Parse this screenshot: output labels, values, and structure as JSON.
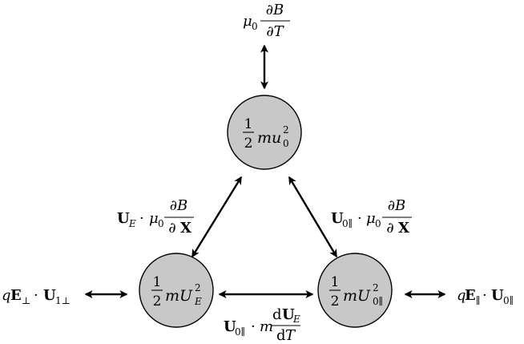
{
  "nodes": {
    "top": {
      "label": "½ m u₀²",
      "num": "1",
      "den": "2",
      "body": "mu",
      "sub": "0",
      "sup": "2"
    },
    "left": {
      "label": "½ m U_E²",
      "num": "1",
      "den": "2",
      "body": "mU",
      "sub": "E",
      "sup": "2"
    },
    "right": {
      "label": "½ m U_{0∥}²",
      "num": "1",
      "den": "2",
      "body": "mU",
      "sub": "0∥",
      "sup": "2"
    }
  },
  "edges": {
    "top_ext": {
      "pre": "μ",
      "pre_sub": "0",
      "num": "∂B",
      "den": "∂T"
    },
    "left_ext": {
      "q": "q",
      "E": "E",
      "E_sub": "⊥",
      "dot": "·",
      "U": "U",
      "U_sub": "1⊥"
    },
    "right_ext": {
      "q": "q",
      "E": "E",
      "E_sub": "∥",
      "dot": "·",
      "U": "U",
      "U_sub": "0∥"
    },
    "left_top": {
      "U": "U",
      "U_sub": "E",
      "dot": "·",
      "mu": "μ",
      "mu_sub": "0",
      "num": "∂B",
      "den": "∂X"
    },
    "right_top": {
      "U": "U",
      "U_sub": "0∥",
      "dot": "·",
      "mu": "μ",
      "mu_sub": "0",
      "num": "∂B",
      "den": "∂X"
    },
    "left_right": {
      "U": "U",
      "U_sub": "0∥",
      "dot": "·",
      "m": "m",
      "num": "dU",
      "num_sub": "E",
      "den": "dT"
    }
  }
}
